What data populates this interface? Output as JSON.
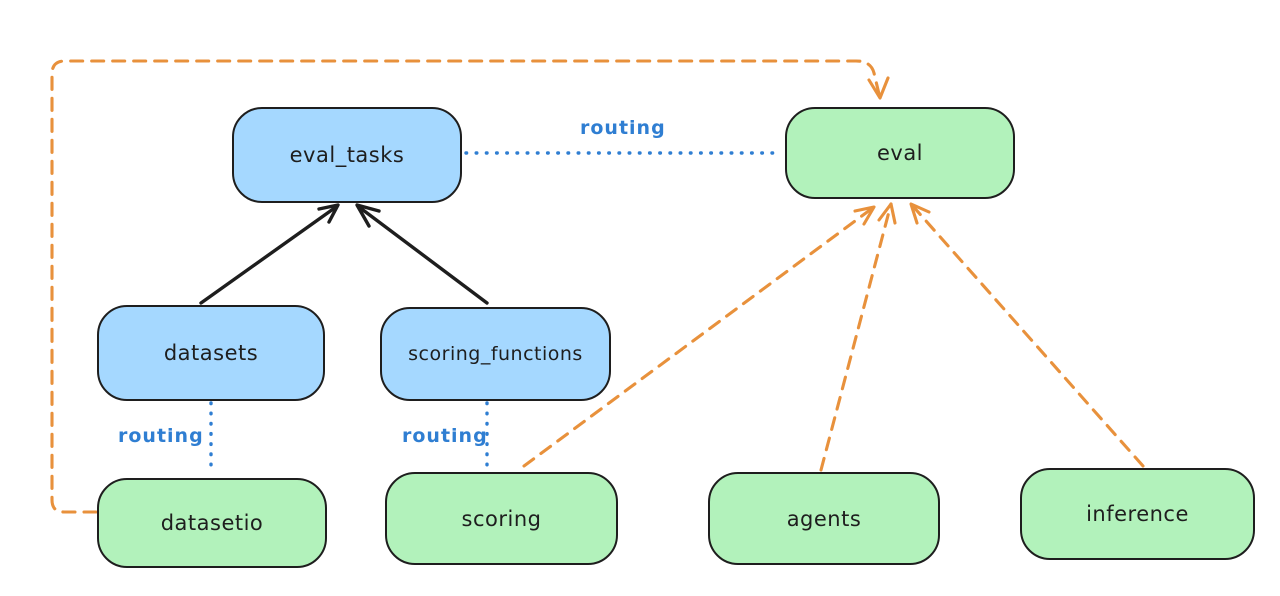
{
  "diagram": {
    "background_color": "#ffffff",
    "colors": {
      "blue_fill": "#a5d8ff",
      "green_fill": "#b2f2bb",
      "node_stroke": "#1e1e1e",
      "text": "#1e1e1e",
      "routing_line": "#2f7ed2",
      "provider_line": "#e8913c",
      "bg": "#ffffff"
    },
    "nodes": [
      {
        "id": "eval_tasks",
        "label": "eval_tasks",
        "kind": "blue"
      },
      {
        "id": "eval",
        "label": "eval",
        "kind": "green"
      },
      {
        "id": "datasets",
        "label": "datasets",
        "kind": "blue"
      },
      {
        "id": "scoring_functions",
        "label": "scoring_functions",
        "kind": "blue"
      },
      {
        "id": "datasetio",
        "label": "datasetio",
        "kind": "green"
      },
      {
        "id": "scoring",
        "label": "scoring",
        "kind": "green"
      },
      {
        "id": "agents",
        "label": "agents",
        "kind": "green"
      },
      {
        "id": "inference",
        "label": "inference",
        "kind": "green"
      }
    ],
    "edge_labels": [
      {
        "text": "routing",
        "edge": "eval_tasks-eval"
      },
      {
        "text": "routing",
        "edge": "datasets-datasetio"
      },
      {
        "text": "routing",
        "edge": "scoring_functions-scoring"
      }
    ],
    "edges": [
      {
        "from": "datasets",
        "to": "eval_tasks",
        "style": "solid-arrow",
        "color": "black"
      },
      {
        "from": "scoring_functions",
        "to": "eval_tasks",
        "style": "solid-arrow",
        "color": "black"
      },
      {
        "from": "eval_tasks",
        "to": "eval",
        "style": "dotted",
        "color": "blue",
        "label": "routing"
      },
      {
        "from": "datasets",
        "to": "datasetio",
        "style": "dotted",
        "color": "blue",
        "label": "routing"
      },
      {
        "from": "scoring_functions",
        "to": "scoring",
        "style": "dotted",
        "color": "blue",
        "label": "routing"
      },
      {
        "from": "datasetio",
        "to": "eval",
        "style": "dashed-arrow",
        "color": "orange"
      },
      {
        "from": "scoring",
        "to": "eval",
        "style": "dashed-arrow",
        "color": "orange"
      },
      {
        "from": "agents",
        "to": "eval",
        "style": "dashed-arrow",
        "color": "orange"
      },
      {
        "from": "inference",
        "to": "eval",
        "style": "dashed-arrow",
        "color": "orange"
      }
    ]
  }
}
